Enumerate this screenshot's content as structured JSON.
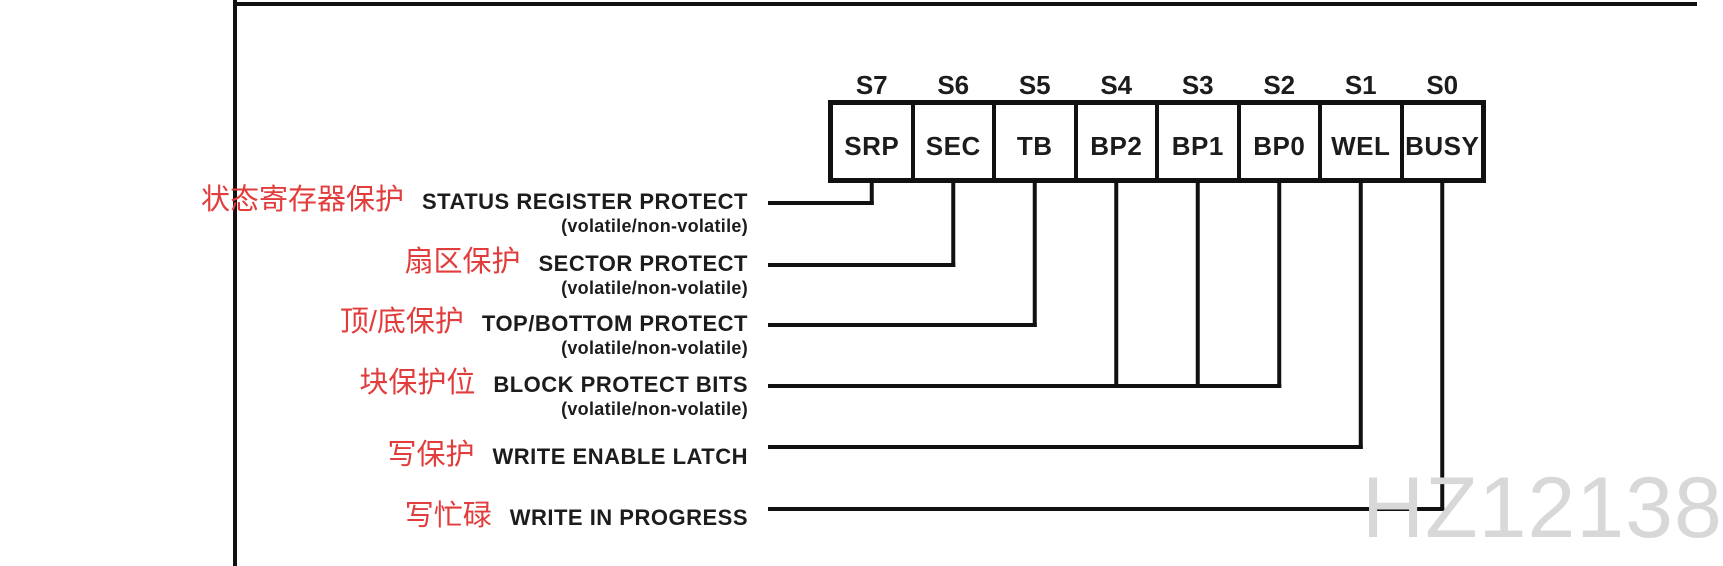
{
  "register_bits": [
    {
      "index": "S7",
      "name": "SRP"
    },
    {
      "index": "S6",
      "name": "SEC"
    },
    {
      "index": "S5",
      "name": "TB"
    },
    {
      "index": "S4",
      "name": "BP2"
    },
    {
      "index": "S3",
      "name": "BP1"
    },
    {
      "index": "S2",
      "name": "BP0"
    },
    {
      "index": "S1",
      "name": "WEL"
    },
    {
      "index": "S0",
      "name": "BUSY"
    }
  ],
  "annotations": [
    {
      "label_zh": "状态寄存器保护",
      "label_en": "STATUS REGISTER PROTECT",
      "note": "(volatile/non-volatile)",
      "bits": [
        "S7"
      ]
    },
    {
      "label_zh": "扇区保护",
      "label_en": "SECTOR PROTECT",
      "note": "(volatile/non-volatile)",
      "bits": [
        "S6"
      ]
    },
    {
      "label_zh": "顶/底保护",
      "label_en": "TOP/BOTTOM PROTECT",
      "note": "(volatile/non-volatile)",
      "bits": [
        "S5"
      ]
    },
    {
      "label_zh": "块保护位",
      "label_en": "BLOCK PROTECT BITS",
      "note": "(volatile/non-volatile)",
      "bits": [
        "S4",
        "S3",
        "S2"
      ]
    },
    {
      "label_zh": "写保护",
      "label_en": "WRITE ENABLE LATCH",
      "note": "",
      "bits": [
        "S1"
      ]
    },
    {
      "label_zh": "写忙碌",
      "label_en": "WRITE IN PROGRESS",
      "note": "",
      "bits": [
        "S0"
      ]
    }
  ],
  "watermark": "HZ12138",
  "colors": {
    "line": "#111111",
    "text": "#1c1c1c",
    "annotation_zh": "#e23d3d",
    "watermark": "#d8d8d8"
  }
}
